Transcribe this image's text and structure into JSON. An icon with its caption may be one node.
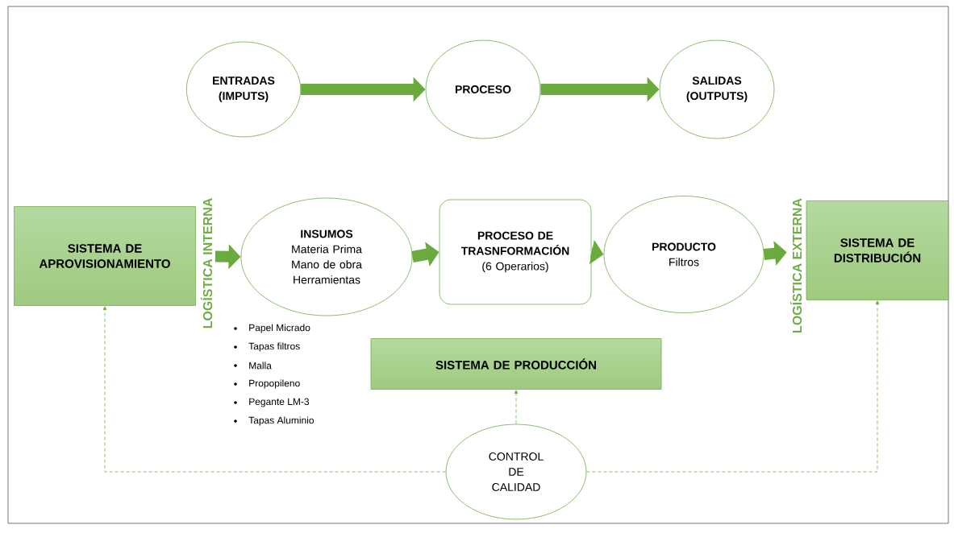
{
  "diagram": {
    "nodes": [
      {
        "text": [
          "ENTRADAS (IMPUTS)"
        ]
      },
      {
        "text": [
          "PROCESO"
        ]
      },
      {
        "text": [
          "SALIDAS (OUTPUTS)"
        ]
      },
      {
        "text": [
          "SISTEMA DE APROVISIONAMIENTO"
        ],
        "beside": [
          "LOGÍSTICA INTERNA"
        ]
      },
      {
        "text": [
          "INSUMOS",
          "Materia Prima",
          "Mano de obra",
          "Herramientas"
        ]
      },
      {
        "text": [
          "PROCESO DE TRASNFORMACIÓN",
          "(6 Operarios)"
        ]
      },
      {
        "text": [
          "PRODUCTO",
          "Filtros"
        ]
      },
      {
        "text": [
          "SISTEMA DE DISTRIBUCIÓN"
        ],
        "beside": [
          "LOGÍSTICA EXTERNA"
        ]
      },
      {
        "text": [
          "SISTEMA DE PRODUCCIÓN"
        ]
      },
      {
        "text": [
          "CONTROL DE CALIDAD"
        ]
      }
    ],
    "edges": [
      {
        "from": 0,
        "to": 1,
        "arrow": "to"
      },
      {
        "from": 1,
        "to": 2,
        "arrow": "to"
      },
      {
        "from": 3,
        "to": 4,
        "arrow": "to"
      },
      {
        "from": 4,
        "to": 5,
        "arrow": "to"
      },
      {
        "from": 5,
        "to": 6,
        "arrow": "to"
      },
      {
        "from": 6,
        "to": 7,
        "arrow": "to"
      },
      {
        "from": 9,
        "to": 8,
        "arrow": "to",
        "style": "dashed"
      },
      {
        "from": 9,
        "to": 3,
        "arrow": "to",
        "style": "dashed"
      },
      {
        "from": 9,
        "to": 7,
        "arrow": "to",
        "style": "dashed"
      }
    ],
    "labels": [
      "Papel Micrado",
      "Tapas filtros",
      "Malla",
      "Propopileno",
      "Pegante LM-3",
      "Tapas Aluminio"
    ]
  }
}
